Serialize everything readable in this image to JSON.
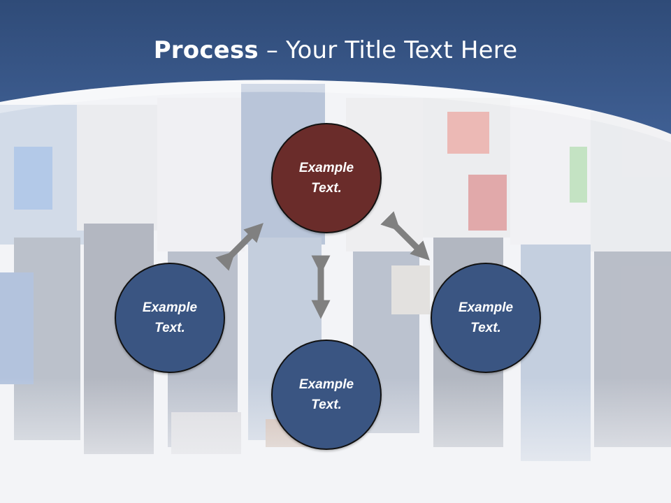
{
  "title": {
    "bold": "Process",
    "rest": " – Your Title Text Here"
  },
  "colors": {
    "banner": "#3a5a8c",
    "circle_blue": "#3a5582",
    "circle_accent": "#6a2c2a",
    "arrow": "#808080"
  },
  "nodes": [
    {
      "id": "top",
      "line1": "Example",
      "line2": "Text."
    },
    {
      "id": "left",
      "line1": "Example",
      "line2": "Text."
    },
    {
      "id": "bottom",
      "line1": "Example",
      "line2": "Text."
    },
    {
      "id": "right",
      "line1": "Example",
      "line2": "Text."
    }
  ]
}
